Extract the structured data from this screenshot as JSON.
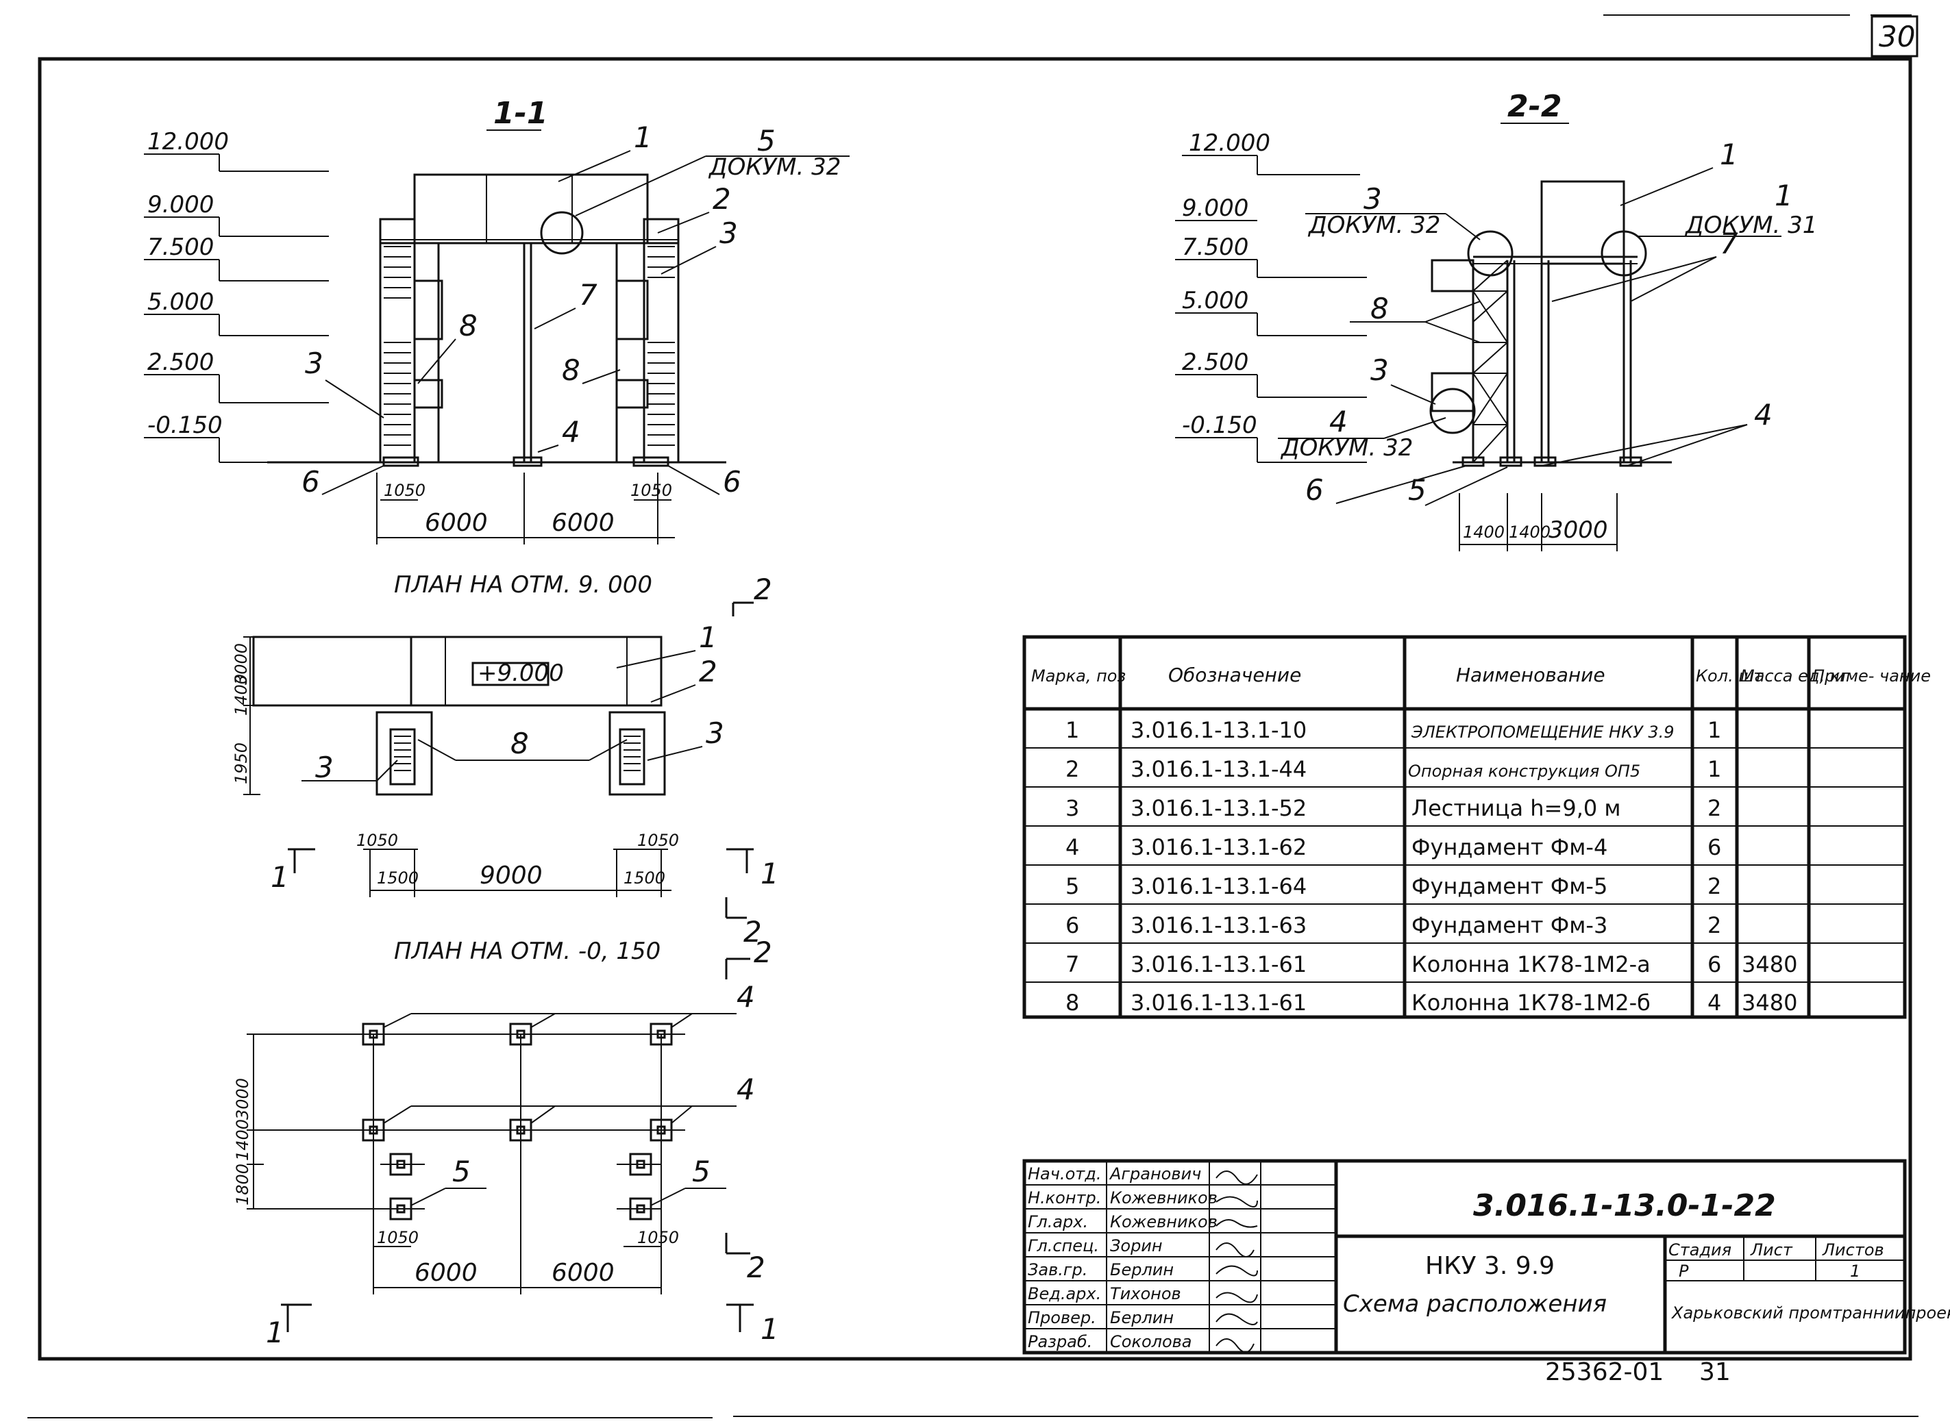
{
  "sheet": {
    "page_number": "30",
    "archive_number": "25362-01",
    "archive_sheet": "31"
  },
  "section_1_1": {
    "title": "1-1",
    "levels": [
      "12.000",
      "9.000",
      "7.500",
      "5.000",
      "2.500",
      "-0.150"
    ],
    "callouts": [
      "1",
      "2",
      "3",
      "8",
      "3",
      "7",
      "8",
      "4",
      "6",
      "6"
    ],
    "reference": {
      "pos": "5",
      "doc": "ДОКУМ. 32"
    },
    "dims": [
      "1050",
      "6000",
      "6000",
      "1050"
    ]
  },
  "section_2_2": {
    "title": "2-2",
    "levels": [
      "12.000",
      "9.000",
      "7.500",
      "5.000",
      "2.500",
      "-0.150"
    ],
    "callouts": [
      "1",
      "7",
      "8",
      "3",
      "6",
      "5",
      "4"
    ],
    "references": [
      {
        "pos": "3",
        "doc": "ДОКУМ. 32"
      },
      {
        "pos": "1",
        "doc": "ДОКУМ. 31"
      },
      {
        "pos": "4",
        "doc": "ДОКУМ. 32"
      }
    ],
    "dims": [
      "1400",
      "1400",
      "3000"
    ]
  },
  "plan_9000": {
    "title": "ПЛАН НА ОТМ. 9. 000",
    "elevation_mark": "+9.000",
    "callouts": [
      "1",
      "2",
      "3",
      "8",
      "3"
    ],
    "cut_marks": [
      "2",
      "1",
      "1",
      "2"
    ],
    "dims_h": [
      "1050",
      "1500",
      "9000",
      "1050",
      "1500"
    ],
    "dims_v": [
      "1950",
      "1400",
      "3000"
    ]
  },
  "plan_0150": {
    "title": "ПЛАН НА ОТМ. -0, 150",
    "callouts": [
      "4",
      "4",
      "5",
      "5"
    ],
    "cut_marks": [
      "2",
      "2",
      "1",
      "1"
    ],
    "dims_h": [
      "1050",
      "1050",
      "6000",
      "6000"
    ],
    "dims_v": [
      "1800",
      "1400",
      "3000"
    ]
  },
  "spec_table": {
    "headers": [
      "Марка, поз",
      "Обозначение",
      "Наименование",
      "Кол. шт",
      "Масса ед, кг",
      "Приме- чание"
    ],
    "rows": [
      [
        "1",
        "3.016.1-13.1-10",
        "ЭЛЕКТРОПОМЕЩЕНИЕ НКУ 3.9",
        "1",
        "",
        ""
      ],
      [
        "2",
        "3.016.1-13.1-44",
        "Опорная конструкция ОП5",
        "1",
        "",
        ""
      ],
      [
        "3",
        "3.016.1-13.1-52",
        "Лестница h=9,0 м",
        "2",
        "",
        ""
      ],
      [
        "4",
        "3.016.1-13.1-62",
        "Фундамент Фм-4",
        "6",
        "",
        ""
      ],
      [
        "5",
        "3.016.1-13.1-64",
        "Фундамент Фм-5",
        "2",
        "",
        ""
      ],
      [
        "6",
        "3.016.1-13.1-63",
        "Фундамент Фм-3",
        "2",
        "",
        ""
      ],
      [
        "7",
        "3.016.1-13.1-61",
        "Колонна 1К78-1М2-а",
        "6",
        "3480",
        ""
      ],
      [
        "8",
        "3.016.1-13.1-61",
        "Колонна 1К78-1М2-б",
        "4",
        "3480",
        ""
      ]
    ]
  },
  "title_block": {
    "roles": [
      "Нач.отд.",
      "Н.контр.",
      "Гл.арх.",
      "Гл.спец.",
      "Зав.гр.",
      "Вед.арх.",
      "Провер.",
      "Разраб."
    ],
    "names": [
      "Агранович",
      "Кожевников",
      "Кожевников",
      "Зорин",
      "Берлин",
      "Тихонов",
      "Берлин",
      "Соколова"
    ],
    "code": "3.016.1-13.0-1-22",
    "object": "НКУ 3. 9.9",
    "drawing_title": "Схема расположения",
    "stage_header": "Стадия",
    "sheet_header": "Лист",
    "sheets_header": "Листов",
    "stage": "Р",
    "sheets": "1",
    "organization": "Харьковский промтранниипроект"
  }
}
